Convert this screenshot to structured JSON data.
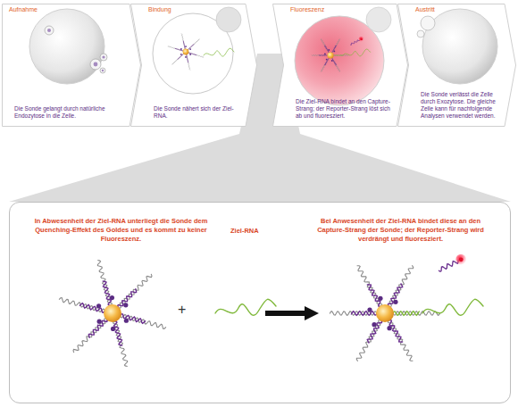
{
  "diagram": {
    "nodes": [
      {
        "text": [
          "Aufnahme",
          "Die Sonde gelangt durch natürliche Endozytose in die Zelle."
        ]
      },
      {
        "text": [
          "Bindung",
          "Die Sonde nähert sich der Ziel-RNA."
        ]
      },
      {
        "text": [
          "Fluoreszenz",
          "Die Ziel-RNA bindet an den Capture-Strang; der Reporter-Strang löst sich ab und fluoresziert."
        ]
      },
      {
        "text": [
          "Austritt",
          "Die Sonde verlässt die Zelle durch Exozytose. Die gleiche Zelle kann für nachfolgende Analysen verwendet werden."
        ]
      },
      {
        "text": [
          "In Abwesenheit der Ziel-RNA unterliegt die Sonde dem Quenching-Effekt des Goldes und es kommt zu keiner Fluoreszenz.",
          "Bei Anwesenheit der Ziel-RNA bindet diese an den Capture-Strang der Sonde; der Reporter-Strang wird verdrängt und fluoresziert."
        ]
      }
    ],
    "labels": [
      "Ziel-RNA",
      "+"
    ]
  }
}
